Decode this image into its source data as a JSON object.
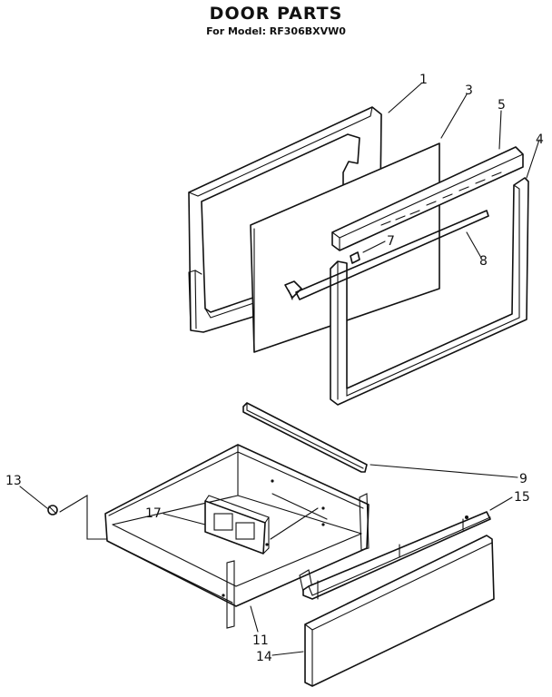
{
  "header": {
    "title": "DOOR PARTS",
    "model_line": "For Model: RF306BXVW0"
  },
  "callouts": {
    "c1": "1",
    "c3": "3",
    "c4": "4",
    "c5": "5",
    "c7": "7",
    "c8": "8",
    "c9": "9",
    "c11": "11",
    "c13": "13",
    "c14": "14",
    "c15": "15",
    "c17": "17"
  },
  "colors": {
    "ink": "#111111",
    "paper": "#ffffff"
  }
}
